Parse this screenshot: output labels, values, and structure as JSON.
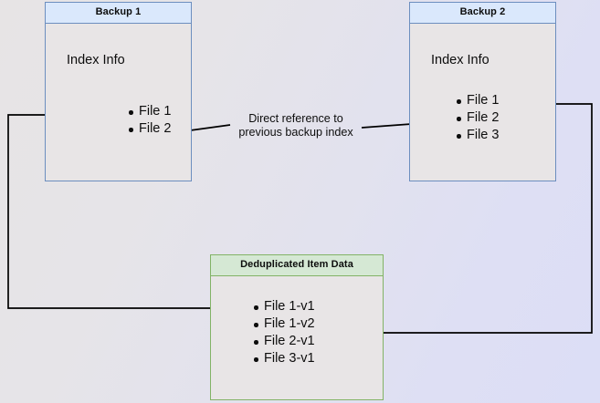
{
  "diagram": {
    "title_semantics": "backup-deduplication-diagram",
    "background": {
      "gradient_from": "#e7e4e5",
      "gradient_to": "#dcdef6"
    },
    "palette": {
      "blue_fill": "#dae8fc",
      "blue_stroke": "#6c8ebf",
      "green_fill": "#d5e8d4",
      "green_stroke": "#82b366",
      "body_fill": "#e8e5e6",
      "edge_stroke": "#000000",
      "text": "#0d0d0d"
    },
    "nodes": [
      {
        "id": "backup-1",
        "header": "Backup 1",
        "section_label": "Index Info",
        "items": [
          "File 1",
          "File 2"
        ]
      },
      {
        "id": "backup-2",
        "header": "Backup 2",
        "section_label": "Index Info",
        "items": [
          "File 1",
          "File 2",
          "File 3"
        ]
      },
      {
        "id": "deduplicated-item-data",
        "header": "Deduplicated Item Data",
        "items": [
          "File 1-v1",
          "File 1-v2",
          "File 2-v1",
          "File 3-v1"
        ]
      }
    ],
    "annotations": [
      {
        "id": "direct-reference-note",
        "text": "Direct reference to\nprevious backup index"
      }
    ],
    "edges": [
      {
        "id": "backup2-to-backup1-index",
        "from": "backup-2.File 2",
        "to": "backup-1.File 2",
        "label": "Direct reference to\nprevious backup index",
        "arrowhead": "to"
      },
      {
        "id": "backup1-file1-to-dedup-file1v1",
        "from": "backup-1.File 1",
        "to": "deduplicated-item-data.File 1-v1",
        "arrowhead": "to"
      },
      {
        "id": "backup2-file1-to-dedup-file1v2",
        "from": "backup-2.File 1",
        "to": "deduplicated-item-data.File 1-v2",
        "arrowhead": "to"
      }
    ]
  }
}
